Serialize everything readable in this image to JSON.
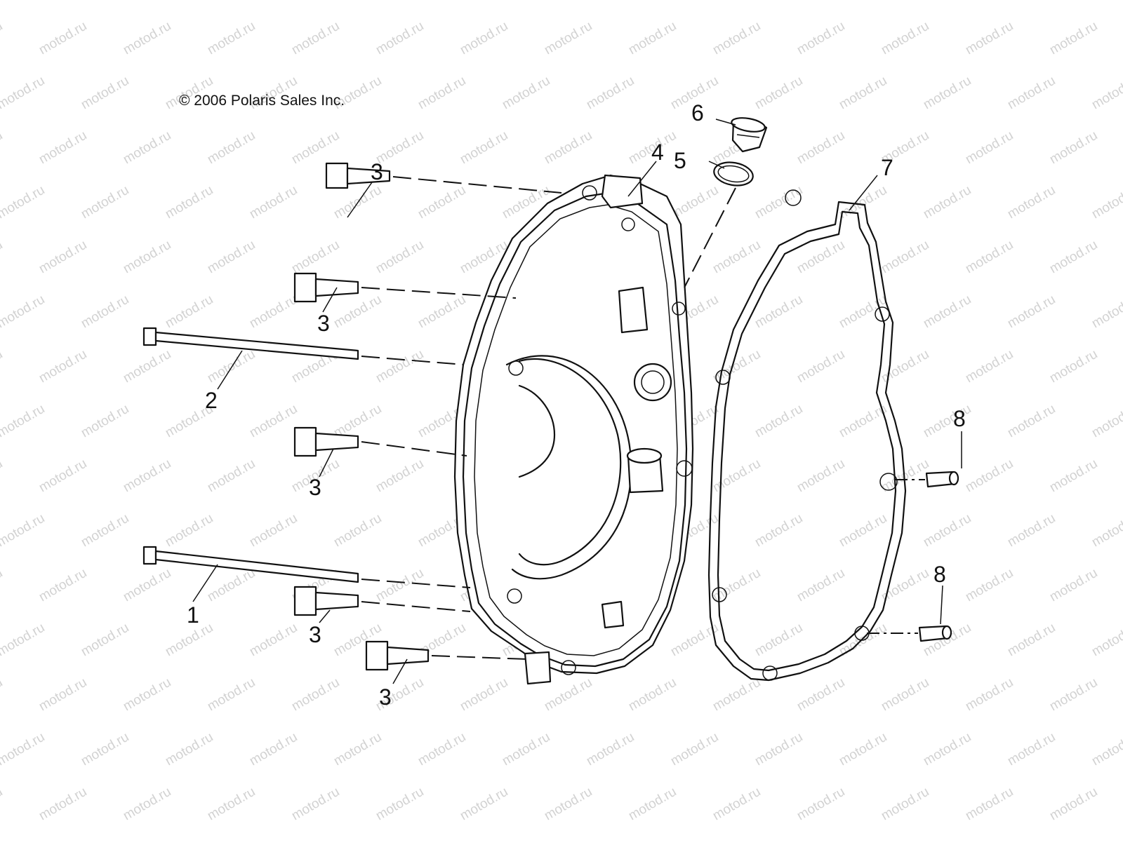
{
  "diagram": {
    "copyright": "© 2006 Polaris Sales Inc.",
    "watermark": "motod.ru",
    "callouts": {
      "bolt_long_lower": "1",
      "bolt_long_upper": "2",
      "bolt_short": "3",
      "cover": "4",
      "o_ring": "5",
      "plug": "6",
      "gasket": "7",
      "dowel_pin": "8"
    }
  }
}
